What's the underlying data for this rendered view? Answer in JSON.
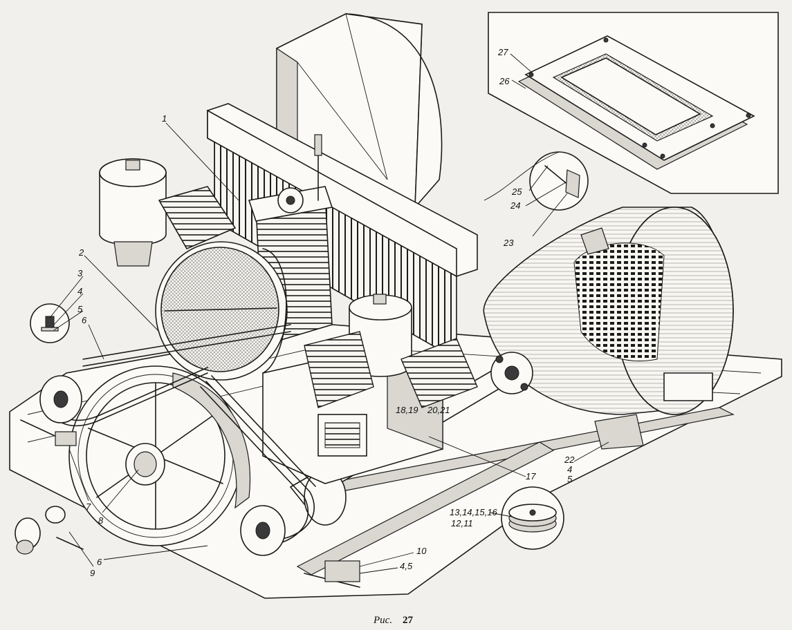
{
  "figure": {
    "caption_prefix": "Рис.",
    "caption_number": "27"
  },
  "callouts": [
    {
      "id": "c1",
      "text": "1"
    },
    {
      "id": "c2",
      "text": "2"
    },
    {
      "id": "c3",
      "text": "3"
    },
    {
      "id": "c4",
      "text": "4"
    },
    {
      "id": "c5",
      "text": "5"
    },
    {
      "id": "c6a",
      "text": "6"
    },
    {
      "id": "c6b",
      "text": "6"
    },
    {
      "id": "c7",
      "text": "7"
    },
    {
      "id": "c8",
      "text": "8"
    },
    {
      "id": "c9",
      "text": "9"
    },
    {
      "id": "c10",
      "text": "10"
    },
    {
      "id": "c45",
      "text": "4,5"
    },
    {
      "id": "c1314",
      "text": "13,14,15,16"
    },
    {
      "id": "c1211",
      "text": "12,11"
    },
    {
      "id": "c17",
      "text": "17"
    },
    {
      "id": "c1819",
      "text": "18,19"
    },
    {
      "id": "c2021",
      "text": "20,21"
    },
    {
      "id": "c22",
      "text": "22"
    },
    {
      "id": "c22b",
      "text": "4"
    },
    {
      "id": "c22c",
      "text": "5"
    },
    {
      "id": "c23",
      "text": "23"
    },
    {
      "id": "c24",
      "text": "24"
    },
    {
      "id": "c25",
      "text": "25"
    },
    {
      "id": "c26",
      "text": "26"
    },
    {
      "id": "c27",
      "text": "27"
    }
  ]
}
